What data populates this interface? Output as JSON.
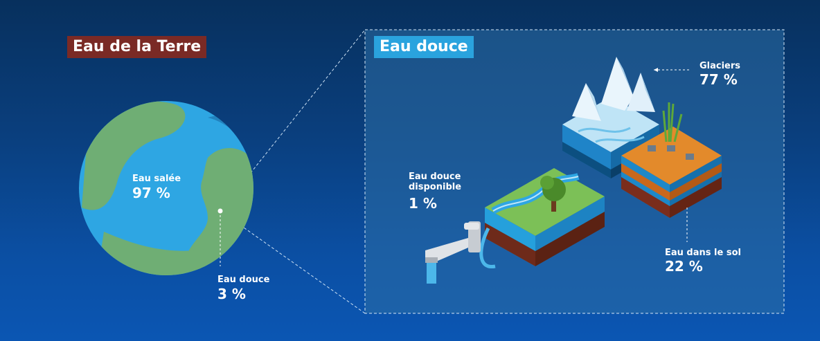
{
  "earth": {
    "title": "Eau de la Terre",
    "salt": {
      "label": "Eau salée",
      "value": "97 %",
      "fraction": 0.97
    },
    "fresh": {
      "label": "Eau douce",
      "value": "3 %",
      "fraction": 0.03
    }
  },
  "freshwater": {
    "title": "Eau douce",
    "glaciers": {
      "label": "Glaciers",
      "value": "77 %",
      "fraction": 0.77
    },
    "soil": {
      "label": "Eau dans le sol",
      "value": "22 %",
      "fraction": 0.22
    },
    "available": {
      "label_line1": "Eau douce",
      "label_line2": "disponible",
      "value": "1 %",
      "fraction": 0.01
    }
  },
  "colors": {
    "ocean": "#2ea6e3",
    "land": "#6fae74",
    "earth_title_bg": "#7a2a25",
    "fresh_title_bg": "#2aa3de",
    "panel_bg": "#2b6ea6"
  }
}
